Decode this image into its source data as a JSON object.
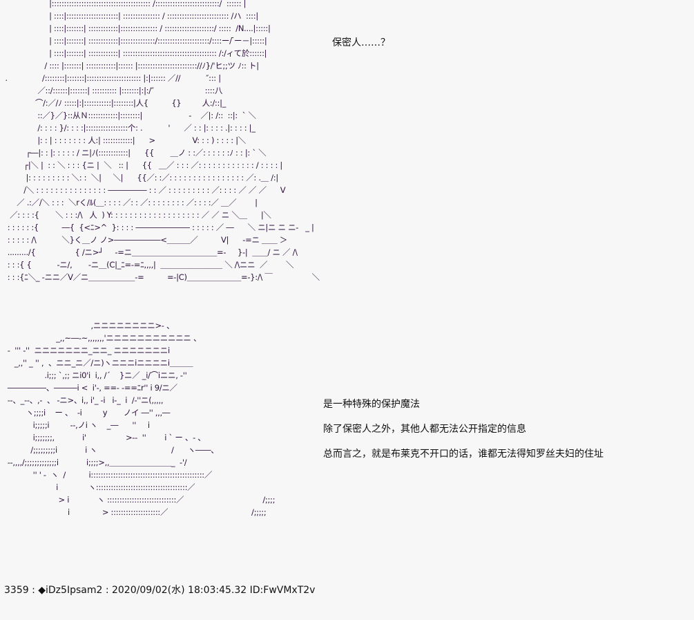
{
  "aa_top": [
    "                    |:::::::::::::::::::::::::::::::::::::::: /::::::::::::::::::::::::::/  :::::: |",
    "                    | ::::|:::::::::::::::::::::| ::::::::::::::: / ::::::::::::::::::::::::: /ハ  ::::|",
    "                    | ::::|:::::::| ::::::::::::|::::::::::::::: / ::::::::::::::::::::/ :::::  /N....|:::::|",
    "                    | ::::|:::::::| ::::::::::::|::::::::::::::/:::::::::::::::::::::/::::ー/ ̄ー－|:::::|",
    "                    | ::::|:::::::| ::::::::::::| :::::::::::::::::::::::::::::::::::::: /:/ィて於::::::|",
    "                  / :::: |:::::::| ::::::::::::|:::::: |:::::::::::::::::::::::://ﾉ}/'ヒ;;ツ ﾉ:: ト|",
    " .               /::::::::|:::::::|:::::::::::::::::::::: |:|:::::: ／//           ″::: |",
    "               ／::/::::::|:::::::| :::::::::: |:::::::|:|:/″                      ::::八",
    "              ⌒/:／/ﾉ :::::|:|:::::::::::|::::::::|人{          {}         人:/::|_",
    "               ::／}／}::从Ｎ::::::::::::|::::::::|                    -    ／|: /::  ::|:  ` ＼",
    "               /: : : : }/: : : :|:::::::::::::::::个: .           '      ／ : : |: : : : .|: : : : |_",
    "               |: : | : : : : : : : 人:| ::::::::::::|      >                V: : : ) : : : : |＼",
    "          ┌―|: : |: : : : : / ニ|ﾉ(::::::::::::|      {{       ＿ノ : :／: : : : : :ﾉ : : |: ` ＼",
    "         ┌|＼ |  : : ＼ : : : {ニ |  ＼   :: |      {{   ＿／ : : : ／: : : : : : : : : : : : / : : : : |",
    "          |: : : : : : : : : ＼: :  ＼|     ＼|      {{／: :／: : : : : : : : : : : : : : : : ／: .＿ /:|",
    "         /＼ : : : : : : : : : : : : : : : ――――― : : ／ : : : : : : : : : ／: : : : ／ ／ ／      V",
    "      ／ .:／/＼ : : :  ＼rく/ﾙ(＿: : : : ／: : ／: : : : : : : : ／: : : :／ ＿／        |",
    "   ／: : : :{       ＼ : : :/\\   人  ) Y: : : : : : : : : : : : : : : : : : : ／ ／ ニ ＼＿      |＼",
    "  : : : : : :{          ―{  {<ﾆ>^  }: : : : ――――――― : : : : : ／ ―      ＼ ニ|ニ ニ ニ-   _ |",
    "  : : : : : /\\           ＼}く＿ノ ノ>――――――<＿＿＿／          V|      -=ニ ＿＿ ＞",
    "  ........./{                 { /ニ>┘     -=ニ＿＿＿＿＿＿＿＿＿＿＿=-     }-|  ＿＿/ ニ ／ /\\",
    "  : : :{ {           -ニ/,       -ニ＿(C|_ﾆ=-=ﾆ,,,,|  ＿＿＿＿＿＿＿＿ ＼ /\\ニニ  ／        ＼",
    "  : : :{ﾆ＼_ -ニニ／V／ニ＿＿＿＿＿＿-=          =-|C)＿＿＿＿＿＿＿=-}:/\\ ￣                 ＼"
  ],
  "aa_bottom": [
    "                                      ,ニニニニニニニニ>- 、",
    "                       _,,~―-~,,,,,,,'ニニニニニニニニニニニ 、",
    "  -  ''' -''  ニニニニニニニ_ニニ_ ニニニニニニニi",
    "     _,,'' _ '' ,  、ニニ_ニ／/ニ)ヽニニニiニニニニi＿＿＿",
    "                  .i;;; `,;; ニi0'i  i,, /´    }ニ／ _i/⌒iニニ, -''",
    "  ―――――、―――i <  i'-, ==- -==ﾆr'' i 9/ニ／",
    "  --、_--、,-  、 -ニ>、i,, i'_ -i   i-_  i  /-''ニ(,,,,,",
    "          ヽ;;;;i    ー 、  -i         y       ノイ ―'' ,,,―",
    "             i;;;;;i         --,ノi ヽ    _―      ''     i",
    "             i;;;;;;;,            i'                 >--  ''        i ` ー 、- 、",
    "            /;;;;;;;;;i            i ヽ                                /      ヽ――、",
    "  --,,,,/;;;;;;;;;;;;;i            i;;;;>,,＿＿＿＿＿＿＿＿_  -'/",
    "             '' ' -  ヽ  /          i::::::::::::::::::::::::::::::::::::::::::::::／",
    "                       i             ヽ:::::::::::::::::::::::::::::::::::::／",
    "                        > i            ヽ ::::::::::::::::::::::::::::／                                  /;;;;",
    "                            i              > ::::::::::::::::::::／                                    /;;;;;"
  ],
  "speech": "保密人……？",
  "captions": [
    "是一种特殊的保护魔法",
    "除了保密人之外，其他人都无法公开指定的信息",
    "总而言之，就是布莱克不开口的话，谁都无法得知罗丝夫妇的住址"
  ],
  "footer": "3359 : ◆iDz5Ipsam2 : 2020/09/02(水) 18:03:45.32 ID:FwVMxT2v"
}
